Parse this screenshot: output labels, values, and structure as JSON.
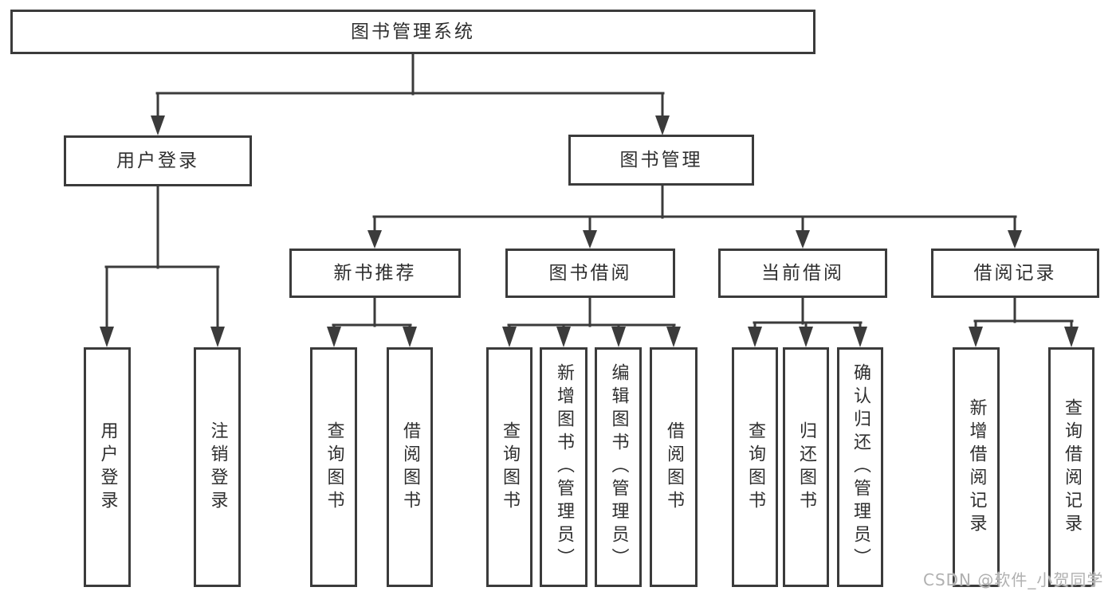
{
  "tree": {
    "root": {
      "label": "图书管理系统"
    },
    "branches": [
      {
        "label": "用户登录",
        "leaves": [
          {
            "label": "用户登录"
          },
          {
            "label": "注销登录"
          }
        ]
      },
      {
        "label": "图书管理",
        "groups": [
          {
            "label": "新书推荐",
            "leaves": [
              {
                "label": "查询图书"
              },
              {
                "label": "借阅图书"
              }
            ]
          },
          {
            "label": "图书借阅",
            "leaves": [
              {
                "label": "查询图书"
              },
              {
                "label": "新增图书（管理员）"
              },
              {
                "label": "编辑图书（管理员）"
              },
              {
                "label": "借阅图书"
              }
            ]
          },
          {
            "label": "当前借阅",
            "leaves": [
              {
                "label": "查询图书"
              },
              {
                "label": "归还图书"
              },
              {
                "label": "确认归还（管理员）"
              }
            ]
          },
          {
            "label": "借阅记录",
            "leaves": [
              {
                "label": "新增借阅记录"
              },
              {
                "label": "查询借阅记录"
              }
            ]
          }
        ]
      }
    ]
  },
  "watermark": "CSDN @软件_小贺同学",
  "colors": {
    "line": "#3b3b3b",
    "text": "#2f2f2f",
    "background": "#ffffff",
    "watermark": "#b0b0b0"
  }
}
